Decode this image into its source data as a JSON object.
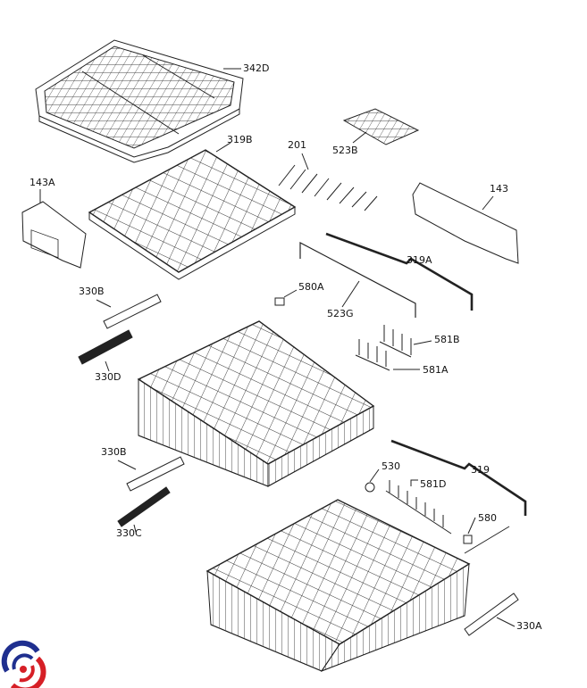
{
  "diagram": {
    "line_color": "#222222",
    "logo": {
      "name": "brand-logo",
      "colors": [
        "#1f2f8f",
        "#d61f26"
      ]
    },
    "labels": [
      {
        "id": "342D",
        "part": "cutlery-tray"
      },
      {
        "id": "523B",
        "part": "tray-insert"
      },
      {
        "id": "319B",
        "part": "tray-frame"
      },
      {
        "id": "201",
        "part": "rack-clips"
      },
      {
        "id": "143A",
        "part": "left-adjuster"
      },
      {
        "id": "143",
        "part": "right-adjuster"
      },
      {
        "id": "319A",
        "part": "upper-rail"
      },
      {
        "id": "580A",
        "part": "clip"
      },
      {
        "id": "330B",
        "part": "upper-trim-strip"
      },
      {
        "id": "523G",
        "part": "wire-rod"
      },
      {
        "id": "581B",
        "part": "tine-row"
      },
      {
        "id": "581A",
        "part": "tine-row"
      },
      {
        "id": "330D",
        "part": "upper-trim-strip"
      },
      {
        "id": "330B",
        "part": "lower-trim-strip"
      },
      {
        "id": "530",
        "part": "wheel"
      },
      {
        "id": "319",
        "part": "lower-rail"
      },
      {
        "id": "581D",
        "part": "tine-row"
      },
      {
        "id": "580",
        "part": "clip"
      },
      {
        "id": "330C",
        "part": "lower-trim-strip"
      },
      {
        "id": "330A",
        "part": "lower-trim-strip"
      }
    ]
  }
}
